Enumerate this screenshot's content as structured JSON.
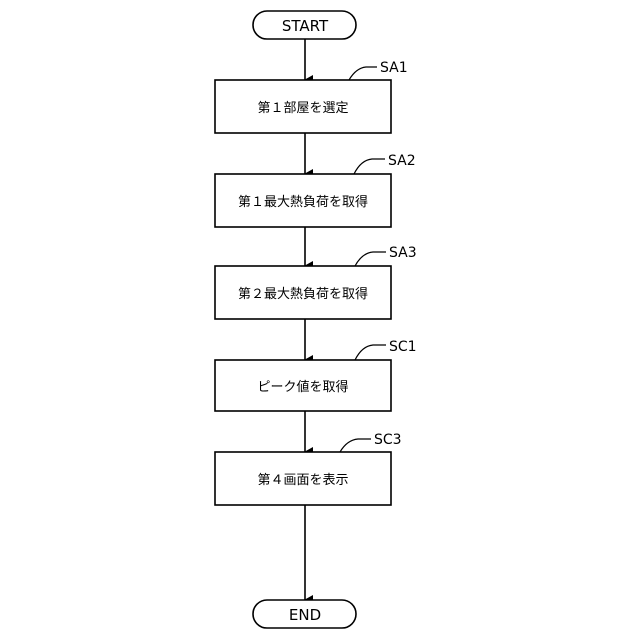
{
  "diagram": {
    "start": {
      "label": "START"
    },
    "end": {
      "label": "END"
    },
    "steps": [
      {
        "id": "SA1",
        "label": "第１部屋を選定"
      },
      {
        "id": "SA2",
        "label": "第１最大熱負荷を取得"
      },
      {
        "id": "SA3",
        "label": "第２最大熱負荷を取得"
      },
      {
        "id": "SC1",
        "label": "ピーク値を取得"
      },
      {
        "id": "SC3",
        "label": "第４画面を表示"
      }
    ]
  }
}
